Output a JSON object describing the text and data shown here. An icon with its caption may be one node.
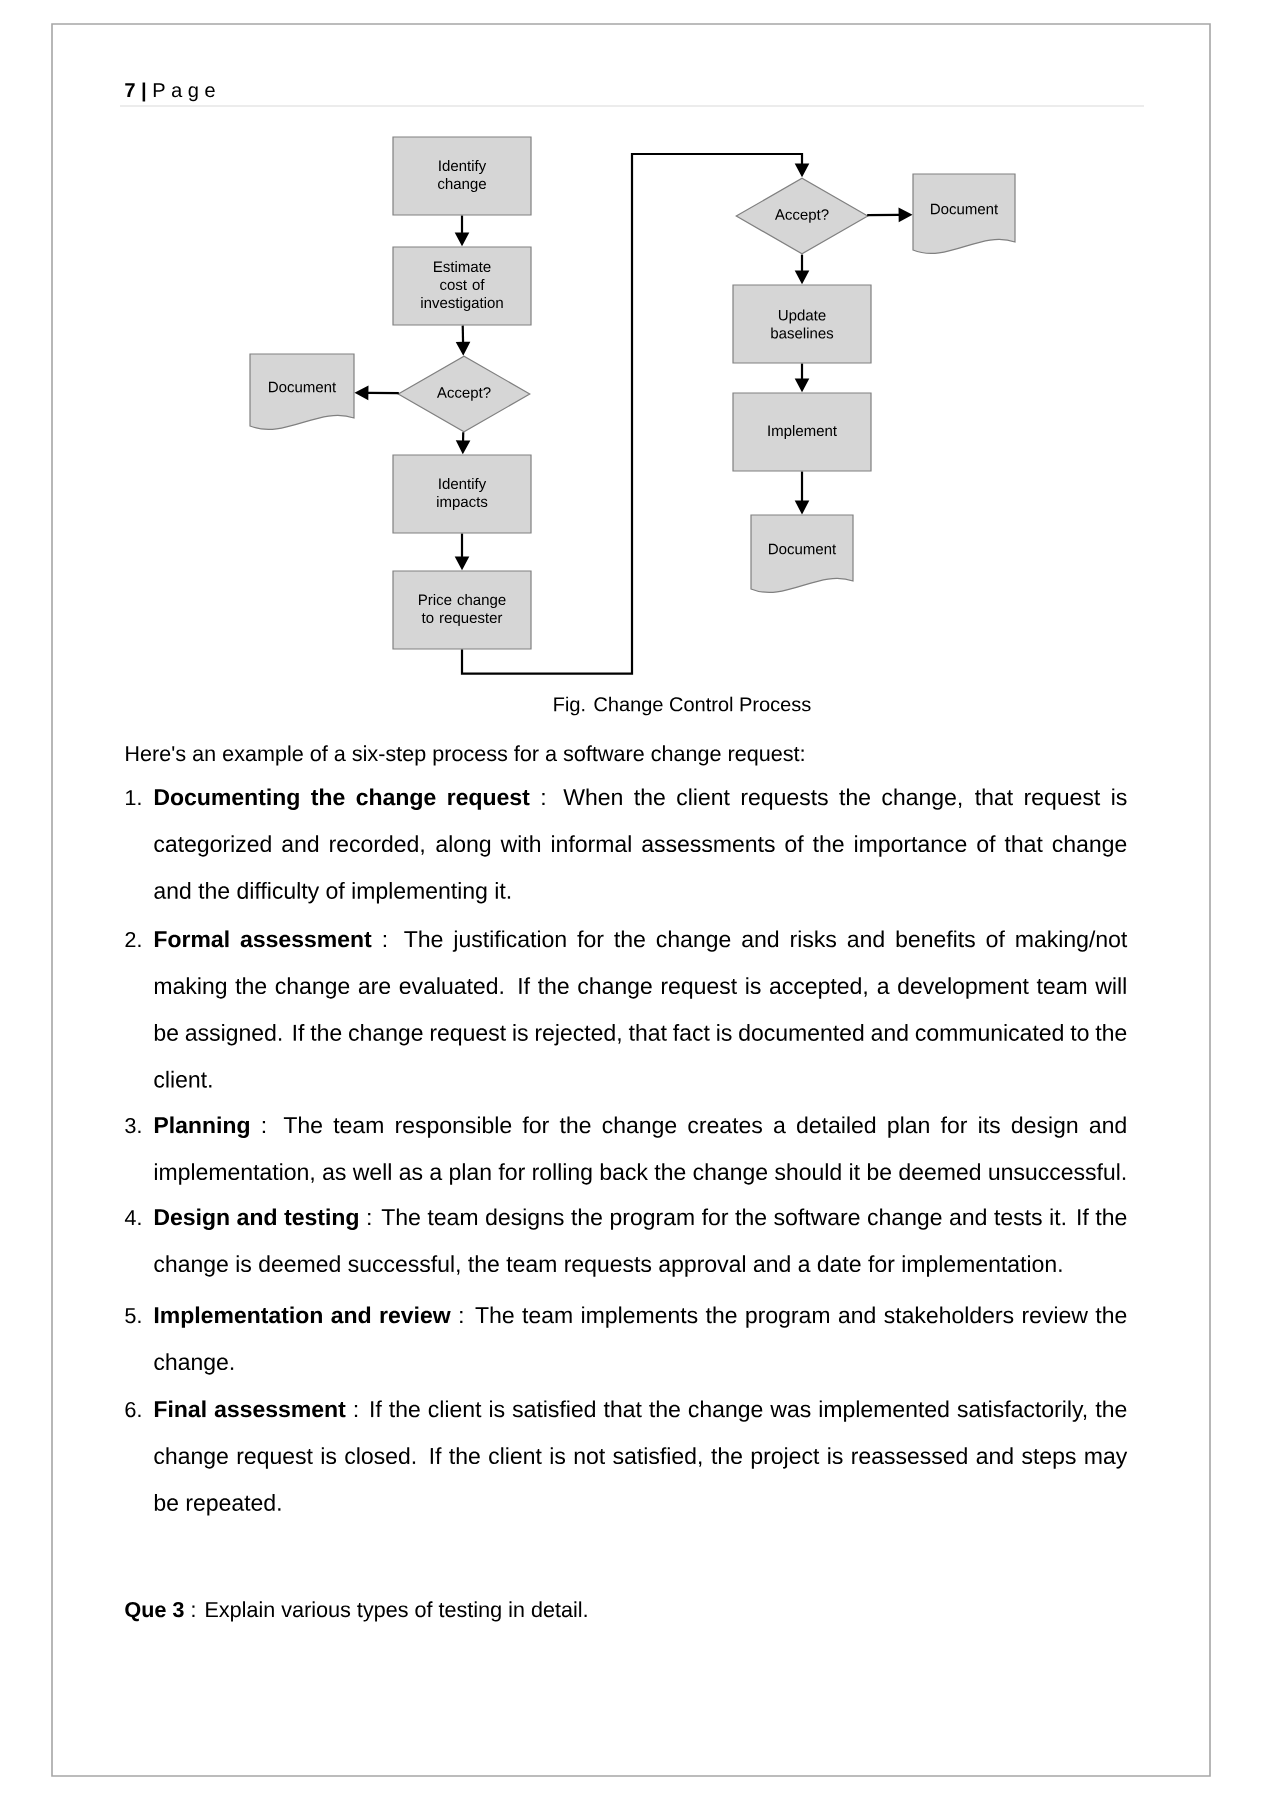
{
  "diagram": {
    "caption": "Fig. Change Control Process",
    "nodes": [
      {
        "text": [
          "Identify change"
        ]
      },
      {
        "text": [
          "Estimate cost of investigation"
        ]
      },
      {
        "text": [
          "Accept?"
        ]
      },
      {
        "text": [
          "Document"
        ]
      },
      {
        "text": [
          "Identify impacts"
        ]
      },
      {
        "text": [
          "Price change to requester"
        ]
      },
      {
        "text": [
          "Accept?"
        ]
      },
      {
        "text": [
          "Document"
        ]
      },
      {
        "text": [
          "Update baselines"
        ]
      },
      {
        "text": [
          "Implement"
        ]
      },
      {
        "text": [
          "Document"
        ]
      }
    ],
    "edges": [
      {
        "from": 0,
        "to": 1,
        "arrow": "to"
      },
      {
        "from": 1,
        "to": 2,
        "arrow": "to"
      },
      {
        "from": 2,
        "to": 3,
        "arrow": "to"
      },
      {
        "from": 2,
        "to": 4,
        "arrow": "to"
      },
      {
        "from": 4,
        "to": 5,
        "arrow": "to"
      },
      {
        "from": 5,
        "to": 6,
        "arrow": "to"
      },
      {
        "from": 6,
        "to": 7,
        "arrow": "to"
      },
      {
        "from": 6,
        "to": 8,
        "arrow": "to"
      },
      {
        "from": 8,
        "to": 9,
        "arrow": "to"
      },
      {
        "from": 9,
        "to": 10,
        "arrow": "to"
      }
    ],
    "labels": [
      "**7 |** P a g e",
      "Here's an example of a six-step process for a software change request:",
      "1.",
      "**Documenting the change request** : When the client requests the change, that request is categorized and recorded, along with informal assessments of the importance of that change and the difficulty of implementing it.",
      "2.",
      "**Formal assessment** : The justification for the change and risks and benefits of making/not making the change are evaluated. If the change request is accepted, a development team will be assigned. If the change request is rejected, that fact is documented and communicated to the client.",
      "3.",
      "**Planning** : The team responsible for the change creates a detailed plan for its design and implementation, as well as a plan for rolling back the change should it be deemed unsuccessful.",
      "4.",
      "**Design and testing** : The team designs the program for the software change and tests it. If the change is deemed successful, the team requests approval and a date for implementation.",
      "5.",
      "**Implementation and review** : The team implements the program and stakeholders review the change.",
      "6.",
      "**Final assessment** : If the client is satisfied that the change was implemented satisfactorily, the change request is closed. If the client is not satisfied, the project is reassessed and steps may be repeated.",
      "**Que 3** : Explain various types of testing in detail."
    ]
  }
}
